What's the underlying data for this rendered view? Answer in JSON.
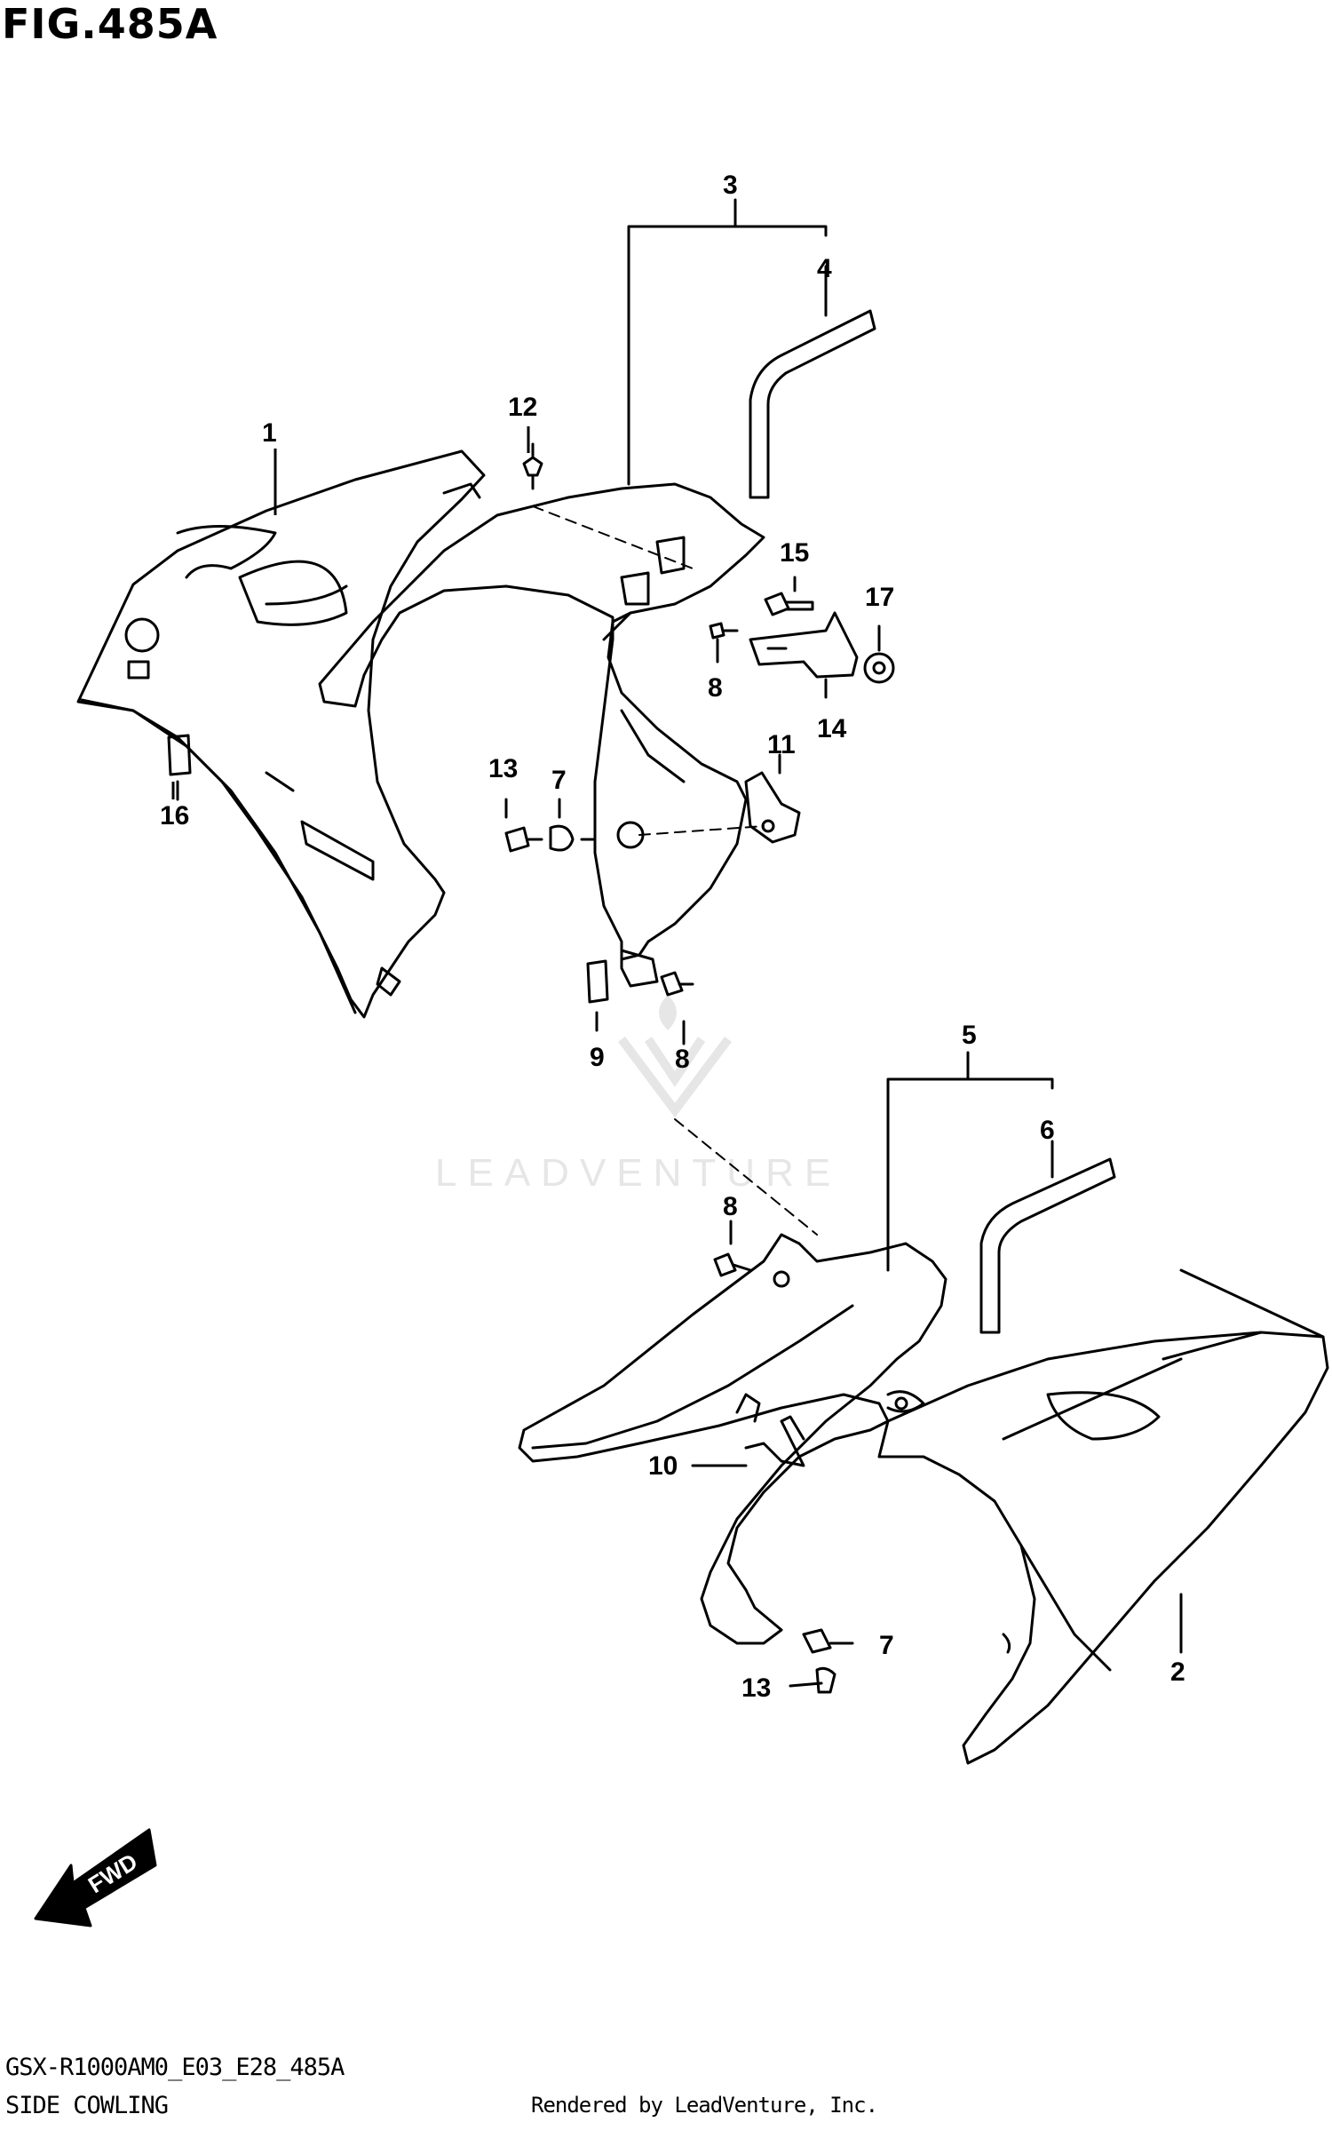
{
  "header": {
    "figure_title": "FIG.485A"
  },
  "footer": {
    "model_code": "GSX-R1000AM0_E03_E28_485A",
    "section_name": "SIDE COWLING",
    "rendered_by": "Rendered by LeadVenture, Inc."
  },
  "watermark": {
    "text": "LEADVENTURE"
  },
  "direction_badge": {
    "label": "FWD"
  },
  "callouts": {
    "c1": "1",
    "c2": "2",
    "c3": "3",
    "c4": "4",
    "c5": "5",
    "c6": "6",
    "c7a": "7",
    "c7b": "7",
    "c8a": "8",
    "c8b": "8",
    "c8c": "8",
    "c9": "9",
    "c10": "10",
    "c11": "11",
    "c12": "12",
    "c13a": "13",
    "c13b": "13",
    "c14": "14",
    "c15": "15",
    "c16": "16",
    "c17": "17"
  },
  "colors": {
    "line": "#000000",
    "background": "#ffffff",
    "watermark": "#e6e6e6"
  }
}
